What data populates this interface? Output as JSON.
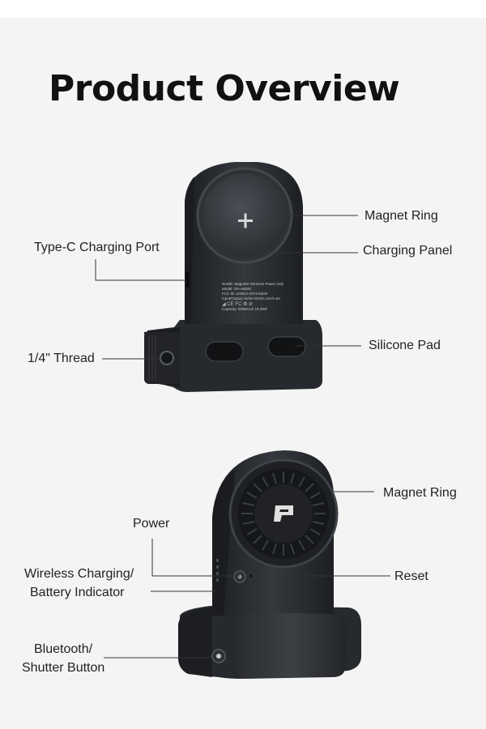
{
  "page": {
    "title": "Product Overview"
  },
  "top_device": {
    "label_text": "NAME: Magnetic Wireless Power Grip\nModel: OH-A6020\nFCC ID: 2ANKA-OTHA6020\nInput/Output: 5V/3A 9V/2A 12V/1.5A\nCapacity: 5000mAh 19.3Wh",
    "callouts": {
      "magnet_ring": "Magnet Ring",
      "charging_panel": "Charging Panel",
      "type_c_port": "Type-C Charging Port",
      "silicone_pad": "Silicone Pad",
      "thread": "1/4\" Thread"
    }
  },
  "bottom_device": {
    "callouts": {
      "magnet_ring": "Magnet Ring",
      "power": "Power",
      "reset": "Reset",
      "indicator_line1": "Wireless Charging/",
      "indicator_line2": "Battery Indicator",
      "bluetooth_line1": "Bluetooth/",
      "bluetooth_line2": "Shutter Button"
    }
  },
  "colors": {
    "background": "#f4f4f4",
    "device_body": "#2a2d31",
    "device_highlight": "#4a4e54",
    "text": "#1a1a1a"
  }
}
